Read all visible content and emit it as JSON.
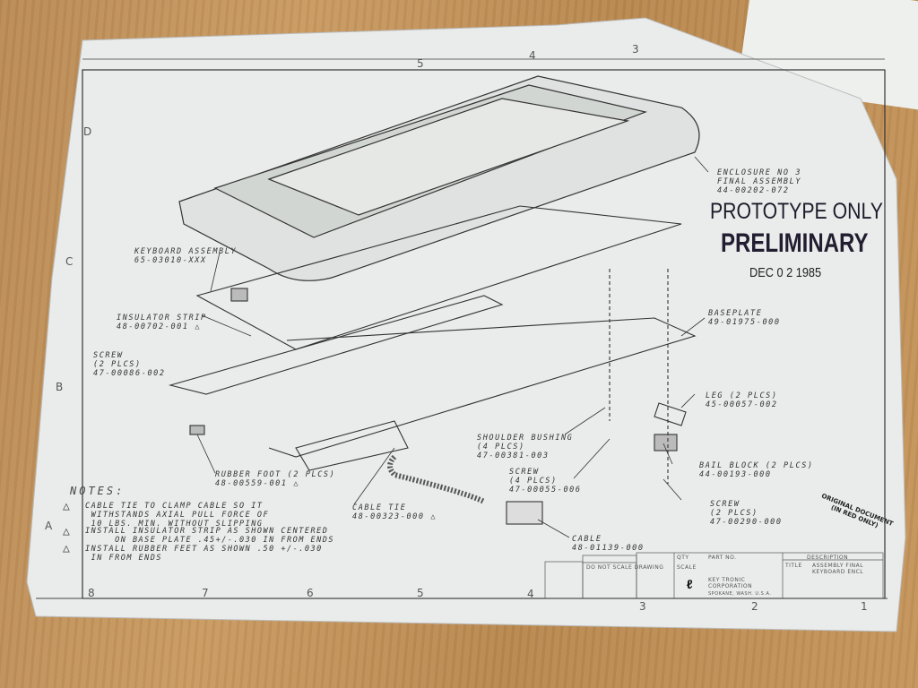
{
  "stamp": {
    "line1": "PROTOTYPE ONLY",
    "line2": "PRELIMINARY",
    "date": "DEC 0 2 1985"
  },
  "zones_top": [
    "5",
    "4",
    "3"
  ],
  "zones_bottom": [
    "8",
    "7",
    "6",
    "5",
    "4",
    "3",
    "2",
    "1"
  ],
  "zones_side": [
    "D",
    "C",
    "B",
    "A"
  ],
  "callouts": {
    "enclosure": {
      "name": "ENCLOSURE NO 3\nFINAL ASSEMBLY",
      "part": "44-00202-072"
    },
    "keyboard": {
      "name": "KEYBOARD ASSEMBLY",
      "part": "65-03010-XXX"
    },
    "insulator": {
      "name": "INSULATOR STRIP",
      "part": "48-00702-001"
    },
    "screw_side": {
      "name": "SCREW\n(2 PLCS)",
      "part": "47-00086-002"
    },
    "baseplate": {
      "name": "BASEPLATE",
      "part": "49-01975-000"
    },
    "leg": {
      "name": "LEG (2 PLCS)",
      "part": "45-00057-002"
    },
    "shoulder_bushing": {
      "name": "SHOULDER BUSHING\n(4 PLCS)",
      "part": "47-00381-003"
    },
    "screw_bushing": {
      "name": "SCREW\n(4 PLCS)",
      "part": "47-00055-006"
    },
    "bail_block": {
      "name": "BAIL BLOCK (2 PLCS)",
      "part": "44-00193-000"
    },
    "screw_bail": {
      "name": "SCREW\n(2 PLCS)",
      "part": "47-00290-000"
    },
    "rubber_foot": {
      "name": "RUBBER FOOT (2 PLCS)",
      "part": "48-00559-001"
    },
    "cable_tie": {
      "name": "CABLE TIE",
      "part": "48-00323-000"
    },
    "cable": {
      "name": "CABLE",
      "part": "48-01139-000"
    }
  },
  "notes": {
    "title": "NOTES:",
    "items": [
      {
        "num": "1",
        "text": "CABLE TIE TO CLAMP CABLE SO IT\n WITHSTANDS AXIAL PULL FORCE OF\n 10 LBS. MIN. WITHOUT SLIPPING"
      },
      {
        "num": "2",
        "text": "INSTALL INSULATOR STRIP AS SHOWN CENTERED\n     ON BASE PLATE .45+/-.030 IN FROM ENDS"
      },
      {
        "num": "3",
        "text": "INSTALL RUBBER FEET AS SHOWN .50 +/-.030\n IN FROM ENDS"
      }
    ]
  },
  "original_note": "ORIGINAL DOCUMENT\n(IN RED ONLY)",
  "title_block": {
    "do_not_scale": "DO NOT SCALE DRAWING",
    "qty": "QTY",
    "part_no": "PART NO.",
    "description": "DESCRIPTION",
    "scale": "SCALE",
    "title_label": "TITLE",
    "title": "ASSEMBLY FINAL\nKEYBOARD ENCL",
    "company": "KEY TRONIC\nCORPORATION",
    "company_location": "SPOKANE, WASH. U.S.A."
  }
}
